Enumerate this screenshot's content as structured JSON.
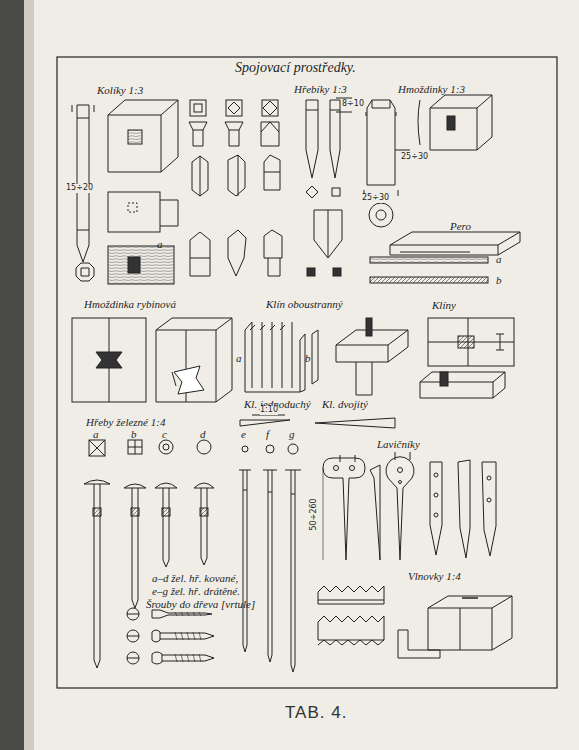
{
  "diagram": {
    "title": "Spojovací prostředky.",
    "caption": "TAB. 4.",
    "labels": [
      "Kolíky 1:3",
      "15÷20",
      "a",
      "Hřebíky 1:3",
      "8÷10",
      "Hmoždinky 1:3",
      "25÷30",
      "25÷30",
      "Pero",
      "a",
      "b",
      "Hmoždinka rybinová",
      "Klín oboustranný",
      "a",
      "b",
      "Klíny",
      "Kl. jednoduchý",
      "Kl. dvojitý",
      "1:10",
      "Hřeby železné 1:4",
      "a",
      "b",
      "c",
      "d",
      "e",
      "f",
      "g",
      "a–d žel. hř. kované,",
      "e–g žel. hř. drátěné.",
      "Šrouby do dřeva [vrtule]",
      "Lavičníky",
      "50÷260",
      "Vlnovky 1:4"
    ]
  }
}
